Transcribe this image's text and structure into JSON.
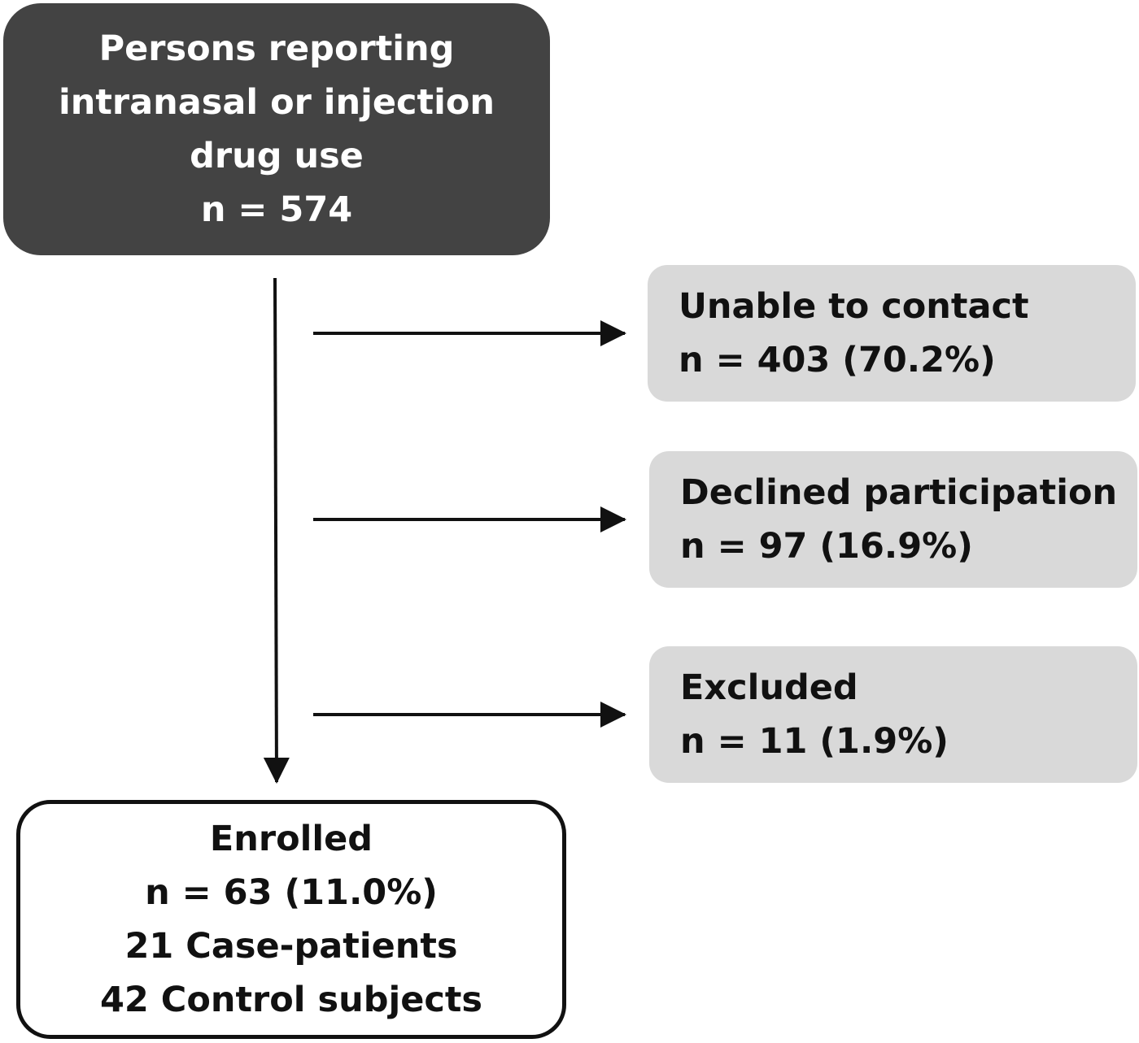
{
  "source": {
    "lines": [
      "Persons reporting",
      "intranasal or injection",
      "drug use",
      "n = 574"
    ]
  },
  "exclusions": [
    {
      "label": "Unable to contact",
      "count": "n = 403 (70.2%)"
    },
    {
      "label": "Declined participation",
      "count": "n = 97 (16.9%)"
    },
    {
      "label": "Excluded",
      "count": "n = 11 (1.9%)"
    }
  ],
  "enrolled": {
    "lines": [
      "Enrolled",
      "n = 63 (11.0%)",
      "21 Case-patients",
      "42 Control subjects"
    ]
  },
  "colors": {
    "source_fill": "#434343",
    "exclusion_fill": "#d9d9d9",
    "enrolled_fill": "#ffffff",
    "stroke": "#111111"
  }
}
